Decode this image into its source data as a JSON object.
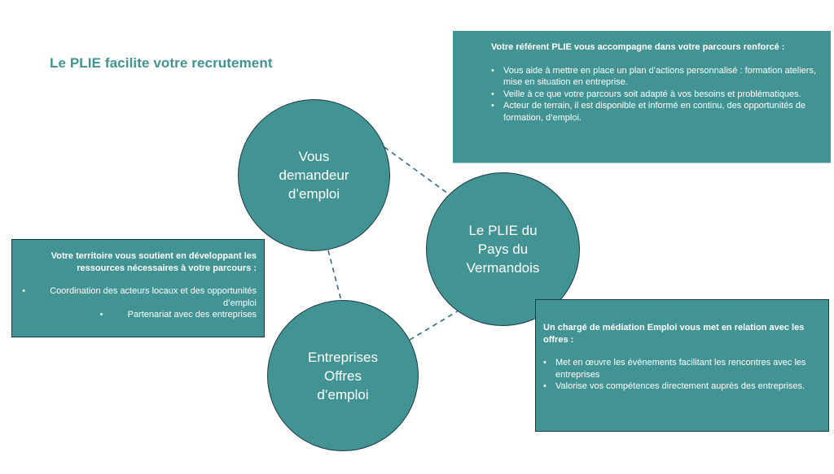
{
  "title": "Le PLIE facilite votre recrutement",
  "colors": {
    "title": "#3f9492",
    "fill": "#429494",
    "outline": "#1d3a48",
    "connector": "#2f6a8a",
    "text_on_fill": "#ffffff"
  },
  "circles": {
    "job_seeker": "Vous\ndemandeur\nd’emploi",
    "plie": "Le PLIE du\nPays du\nVermandois",
    "companies": "Entreprises\nOffres\nd’emploi"
  },
  "connections": [
    {
      "from": "job_seeker",
      "to": "plie",
      "style": "dashed"
    },
    {
      "from": "job_seeker",
      "to": "companies",
      "style": "dashed"
    },
    {
      "from": "companies",
      "to": "plie",
      "style": "dashed"
    }
  ],
  "boxes": {
    "referent": {
      "heading": "Votre référent PLIE vous accompagne dans votre parcours renforcé :",
      "items": [
        "Vous aide à mettre en place un plan d’actions personnalisé : formation ateliers, mise en situation en entreprise.",
        "Veille à ce que votre parcours soit adapté à vos besoins et problématiques.",
        "Acteur de terrain, il est disponible et informé en continu, des opportunités de formation, d’emploi."
      ]
    },
    "territory": {
      "heading": "Votre territoire vous soutient en développant les ressources nécessaires à votre parcours :",
      "items": [
        "Coordination des acteurs locaux et des opportunités d’emploi",
        "Partenariat avec des entreprises"
      ]
    },
    "mediation": {
      "heading": "Un chargé de médiation Emploi vous met en relation avec les offres :",
      "items": [
        "Met en œuvre les évènements facilitant les rencontres avec les entreprises",
        "Valorise vos compétences directement auprès des entreprises."
      ]
    }
  }
}
